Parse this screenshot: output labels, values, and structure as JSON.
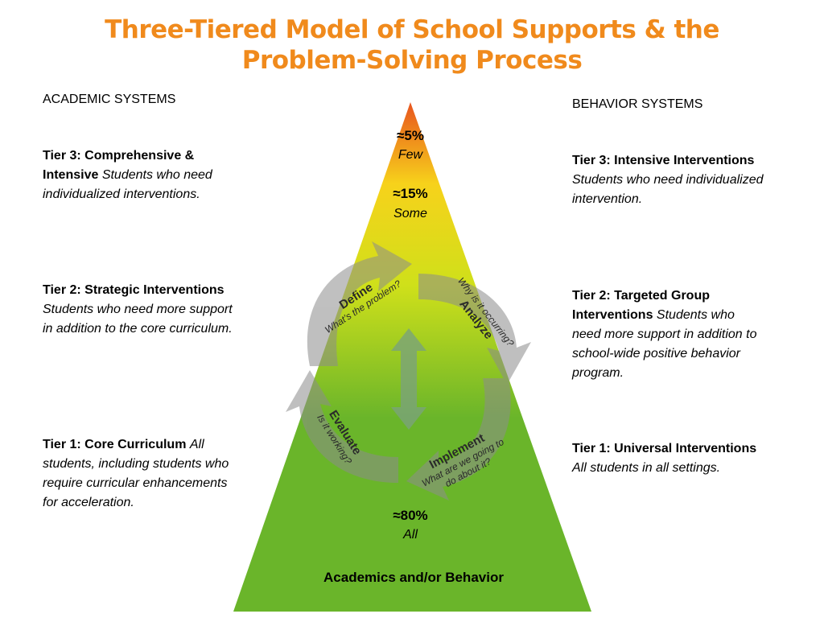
{
  "title": {
    "line1": "Three-Tiered Model of School Supports & the",
    "line2": "Problem-Solving Process"
  },
  "academic": {
    "heading": "ACADEMIC SYSTEMS",
    "tiers": [
      {
        "name": "Tier 3: Comprehensive & Intensive",
        "desc": "Students who need individualized interventions."
      },
      {
        "name": "Tier 2:  Strategic Interventions",
        "desc": "Students who need more support in addition to the core curriculum."
      },
      {
        "name": "Tier 1: Core Curriculum",
        "desc": "All students, including students who require curricular enhancements for acceleration."
      }
    ]
  },
  "behavior": {
    "heading": "BEHAVIOR SYSTEMS",
    "tiers": [
      {
        "name": "Tier 3: Intensive Interventions",
        "desc": "Students who need individualized intervention."
      },
      {
        "name": "Tier 2: Targeted Group Interventions",
        "desc": "Students who need more support in addition to school-wide positive behavior program."
      },
      {
        "name": "Tier 1: Universal Interventions",
        "desc": "All students in all settings."
      }
    ]
  },
  "pyramid": {
    "top": {
      "pct": "≈5%",
      "word": "Few"
    },
    "middle": {
      "pct": "≈15%",
      "word": "Some"
    },
    "bottom": {
      "pct": "≈80%",
      "word": "All"
    },
    "base_label": "Academics and/or Behavior",
    "colors": {
      "top": "#e8541e",
      "upper": "#f7d21b",
      "mid": "#cfe01a",
      "base": "#6ab52a"
    }
  },
  "cycle": {
    "define": {
      "title": "Define",
      "sub": "What’s the problem?"
    },
    "analyze": {
      "title": "Analyze",
      "sub": "Why is it occurring?"
    },
    "implement": {
      "title": "Implement",
      "sub1": "What are we going to",
      "sub2": "do about it?"
    },
    "evaluate": {
      "title": "Evaluate",
      "sub": "Is it working?"
    }
  },
  "title_color": "#f08a1c"
}
